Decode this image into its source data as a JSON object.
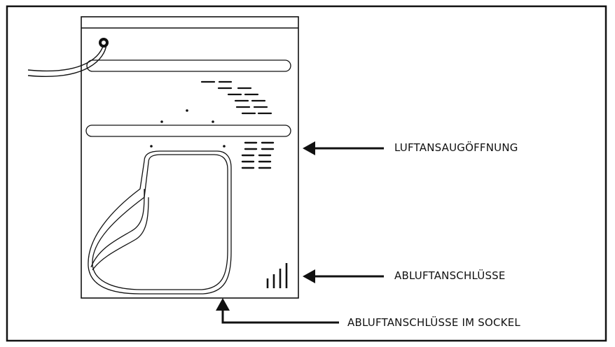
{
  "labels": {
    "air_intake": "LUFTANSAUGÖFFNUNG",
    "exhaust_connections": "ABLUFTANSCHLÜSSE",
    "exhaust_connections_base": "ABLUFTANSCHLÜSSE IM SOCKEL"
  },
  "colors": {
    "line": "#111111",
    "background": "#ffffff"
  }
}
